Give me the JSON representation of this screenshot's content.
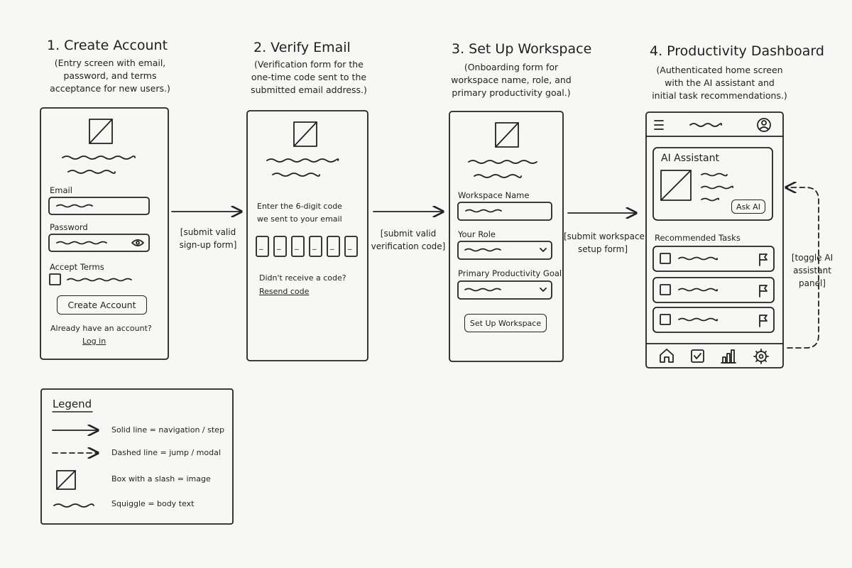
{
  "screens": [
    {
      "title": "1. Create Account",
      "description": "(Entry screen with email,\npassword, and terms\nacceptance for new users.)",
      "email_label": "Email",
      "password_label": "Password",
      "terms_label": "Accept Terms",
      "button": "Create Account",
      "footer_prompt": "Already have an account?",
      "footer_link": "Log in"
    },
    {
      "title": "2. Verify Email",
      "description": "(Verification form for the\none-time code sent to the\nsubmitted email address.)",
      "instruction": "Enter the 6-digit code\nwe sent to your email",
      "code_digits": [
        "_",
        "_",
        "_",
        "_",
        "_",
        "_"
      ],
      "resend_prompt": "Didn't receive a code?",
      "resend_link": "Resend code"
    },
    {
      "title": "3. Set Up Workspace",
      "description": "(Onboarding form for\nworkspace name, role, and\nprimary productivity goal.)",
      "workspace_label": "Workspace Name",
      "role_label": "Your Role",
      "goal_label": "Primary Productivity Goal",
      "button": "Set Up Workspace"
    },
    {
      "title": "4. Productivity Dashboard",
      "description": "(Authenticated home screen\nwith the AI assistant and\ninitial task recommendations.)",
      "assistant_title": "AI Assistant",
      "ask_button": "Ask AI",
      "tasks_label": "Recommended Tasks",
      "task_count": 3,
      "nav_icons": [
        "home-icon",
        "check-icon",
        "bar-chart-icon",
        "gear-icon"
      ]
    }
  ],
  "transitions": [
    "[submit valid\nsign-up form]",
    "[submit valid\nverification code]",
    "[submit workspace\nsetup form]",
    "[toggle AI\nassistant\npanel]"
  ],
  "legend": {
    "title": "Legend",
    "items": [
      {
        "key": "solid",
        "text": "Solid line = navigation / step"
      },
      {
        "key": "dashed",
        "text": "Dashed line = jump / modal"
      },
      {
        "key": "image",
        "text": "Box with a slash = image"
      },
      {
        "key": "squiggle",
        "text": "Squiggle = body text"
      }
    ]
  }
}
